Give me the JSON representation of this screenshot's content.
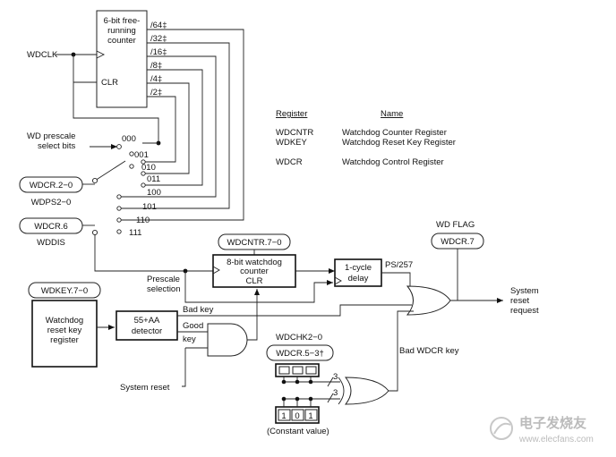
{
  "clock_input": "WDCLK",
  "free_running_counter": {
    "title": [
      "6-bit free-",
      "running",
      "counter"
    ],
    "clr": "CLR"
  },
  "taps": [
    "/64‡",
    "/32‡",
    "/16‡",
    "/8‡",
    "/4‡",
    "/2‡"
  ],
  "prescale": {
    "select_label": [
      "WD prescale",
      "select bits"
    ],
    "codes": [
      "000",
      "001",
      "010",
      "011",
      "100",
      "101",
      "110",
      "111"
    ],
    "wdcr_field": "WDCR.2−0",
    "wdps": "WDPS2−0"
  },
  "disable": {
    "field": "WDCR.6",
    "label": "WDDIS"
  },
  "register_table": {
    "header": {
      "register": "Register",
      "name": "Name"
    },
    "rows": [
      {
        "register": "WDCNTR",
        "name": "Watchdog Counter Register"
      },
      {
        "register": "WDKEY",
        "name": "Watchdog Reset Key Register"
      },
      {
        "register": "WDCR",
        "name": "Watchdog Control Register"
      }
    ]
  },
  "watchdog_counter": {
    "field": "WDCNTR.7−0",
    "title": [
      "8-bit watchdog",
      "counter"
    ],
    "clr": "CLR"
  },
  "prescale_selection": [
    "Prescale",
    "selection"
  ],
  "delay": {
    "title": [
      "1-cycle",
      "delay"
    ],
    "output": "PS/257"
  },
  "wd_flag": {
    "label": "WD FLAG",
    "field": "WDCR.7"
  },
  "key_register": {
    "field": "WDKEY.7−0",
    "title": [
      "Watchdog",
      "reset key",
      "register"
    ]
  },
  "detector": {
    "title": [
      "55+AA",
      "detector"
    ],
    "bad_key": "Bad key",
    "good_key": [
      "Good",
      "key"
    ]
  },
  "system_reset_input": "System reset",
  "output": [
    "System",
    "reset",
    "request"
  ],
  "check": {
    "wdchk": "WDCHK2−0",
    "wdcr_bits": "WDCR.5−3†",
    "bus_width": [
      "3",
      "3"
    ],
    "constant_bits": [
      "1",
      "0",
      "1"
    ],
    "constant_label": "(Constant value)",
    "bad_wdcr_key": "Bad WDCR key"
  },
  "watermark": {
    "cn": "电子发烧友",
    "url": "www.elecfans.com"
  }
}
